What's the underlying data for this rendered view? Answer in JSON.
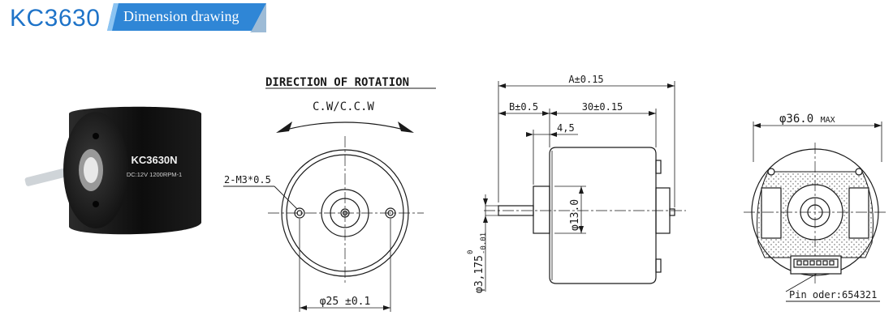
{
  "header": {
    "model": "KC3630",
    "section_tab": "Dimension drawing",
    "accent_color": "#1e73c8"
  },
  "product_photo": {
    "label_line1": "KC3630N",
    "label_line2": "DC:12V  1200RPM-1"
  },
  "front_view": {
    "heading": "DIRECTION OF ROTATION",
    "rotation": "C.W/C.C.W",
    "hole_spec": "2-M3*0.5",
    "bolt_circle": "φ25 ±0.1"
  },
  "side_view": {
    "overall_length": "A±0.15",
    "dim_b": "B±0.5",
    "body_length": "30±0.15",
    "dim_small": "4,5",
    "boss_dia": "φ13.0",
    "shaft_dia_main": "φ3,175",
    "shaft_tol_upper": "0",
    "shaft_tol_lower": "-0.01"
  },
  "rear_view": {
    "max_dia_value": "φ36.0",
    "max_dia_suffix": "MAX",
    "pin_order": "Pin oder:654321"
  }
}
